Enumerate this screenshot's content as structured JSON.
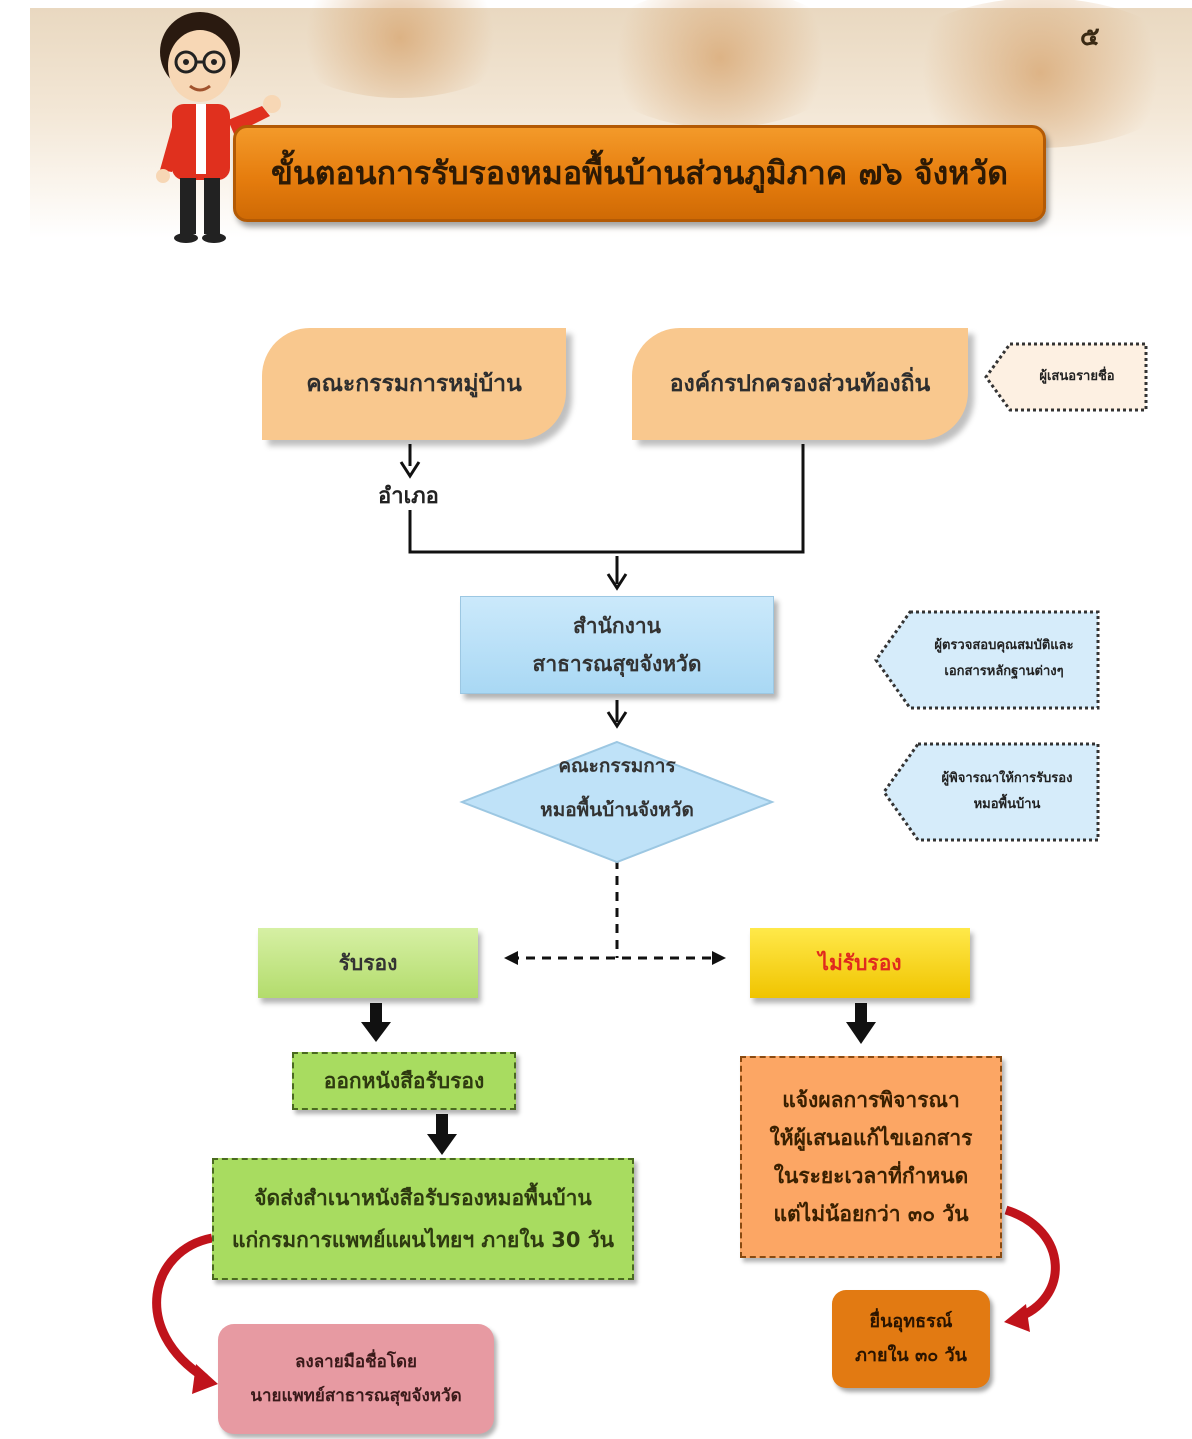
{
  "page_number": "๕",
  "title": "ขั้นตอนการรับรองหมอพื้นบ้านส่วนภูมิภาค ๗๖ จังหวัด",
  "nodes": {
    "village_committee": "คณะกรรมการหมู่บ้าน",
    "local_admin": "องค์กรปกครองส่วนท้องถิ่น",
    "district": "อำเภอ",
    "provincial_office": [
      "สำนักงาน",
      "สาธารณสุขจังหวัด"
    ],
    "provincial_committee": [
      "คณะกรรมการ",
      "หมอพื้นบ้านจังหวัด"
    ],
    "approve": "รับรอง",
    "reject": "ไม่รับรอง",
    "issue_certificate": "ออกหนังสือรับรอง",
    "send_copy": [
      "จัดส่งสำเนาหนังสือรับรองหมอพื้นบ้าน",
      "แก่กรมการแพทย์แผนไทยฯ ภายใน 30 วัน"
    ],
    "notify_result": [
      "แจ้งผลการพิจารณา",
      "ให้ผู้เสนอแก้ไขเอกสาร",
      "ในระยะเวลาที่กำหนด",
      "แต่ไม่น้อยกว่า ๓๐ วัน"
    ],
    "signed_by": [
      "ลงลายมือชื่อโดย",
      "นายแพทย์สาธารณสุขจังหวัด"
    ],
    "appeal": [
      "ยื่นอุทธรณ์",
      "ภายใน ๓๐ วัน"
    ]
  },
  "side_notes": {
    "nominator": "ผู้เสนอรายชื่อ",
    "verifier": [
      "ผู้ตรวจสอบคุณสมบัติและ",
      "เอกสารหลักฐานต่างๆ"
    ],
    "considerer": [
      "ผู้พิจารณาให้การรับรอง",
      "หมอพื้นบ้าน"
    ]
  }
}
